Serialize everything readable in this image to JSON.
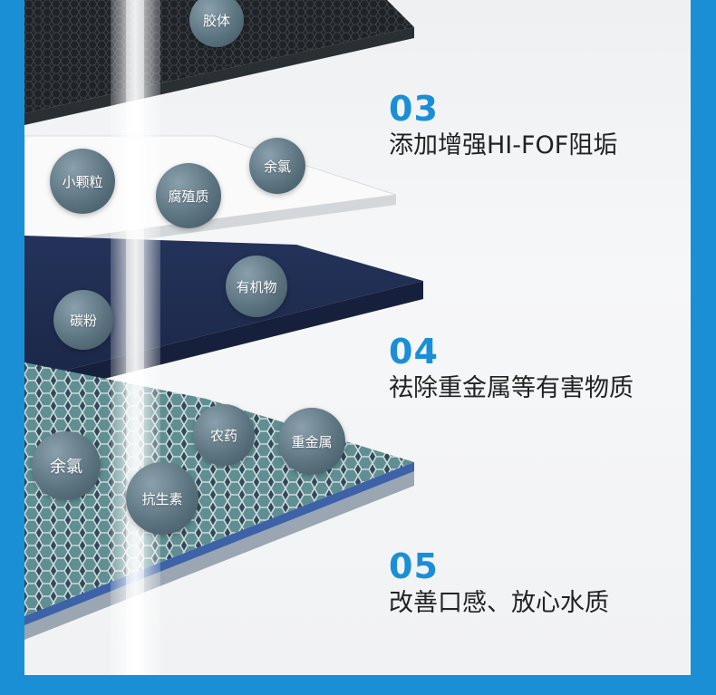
{
  "features": [
    {
      "number": "03",
      "text": "添加增强HI-FOF阻垢"
    },
    {
      "number": "04",
      "text": "祛除重金属等有害物质"
    },
    {
      "number": "05",
      "text": "改善口感、放心水质"
    }
  ],
  "bubbles": {
    "gel": "胶体",
    "small_particles": "小颗粒",
    "humus": "腐殖质",
    "residual_chlorine_1": "余氯",
    "organics": "有机物",
    "carbon_powder": "碳粉",
    "residual_chlorine_2": "余氯",
    "pesticide": "农药",
    "heavy_metal": "重金属",
    "antibiotic": "抗生素"
  },
  "colors": {
    "frame_blue": "#1b8fd6",
    "accent_blue": "#1a8fd8",
    "text_dark": "#222222"
  }
}
